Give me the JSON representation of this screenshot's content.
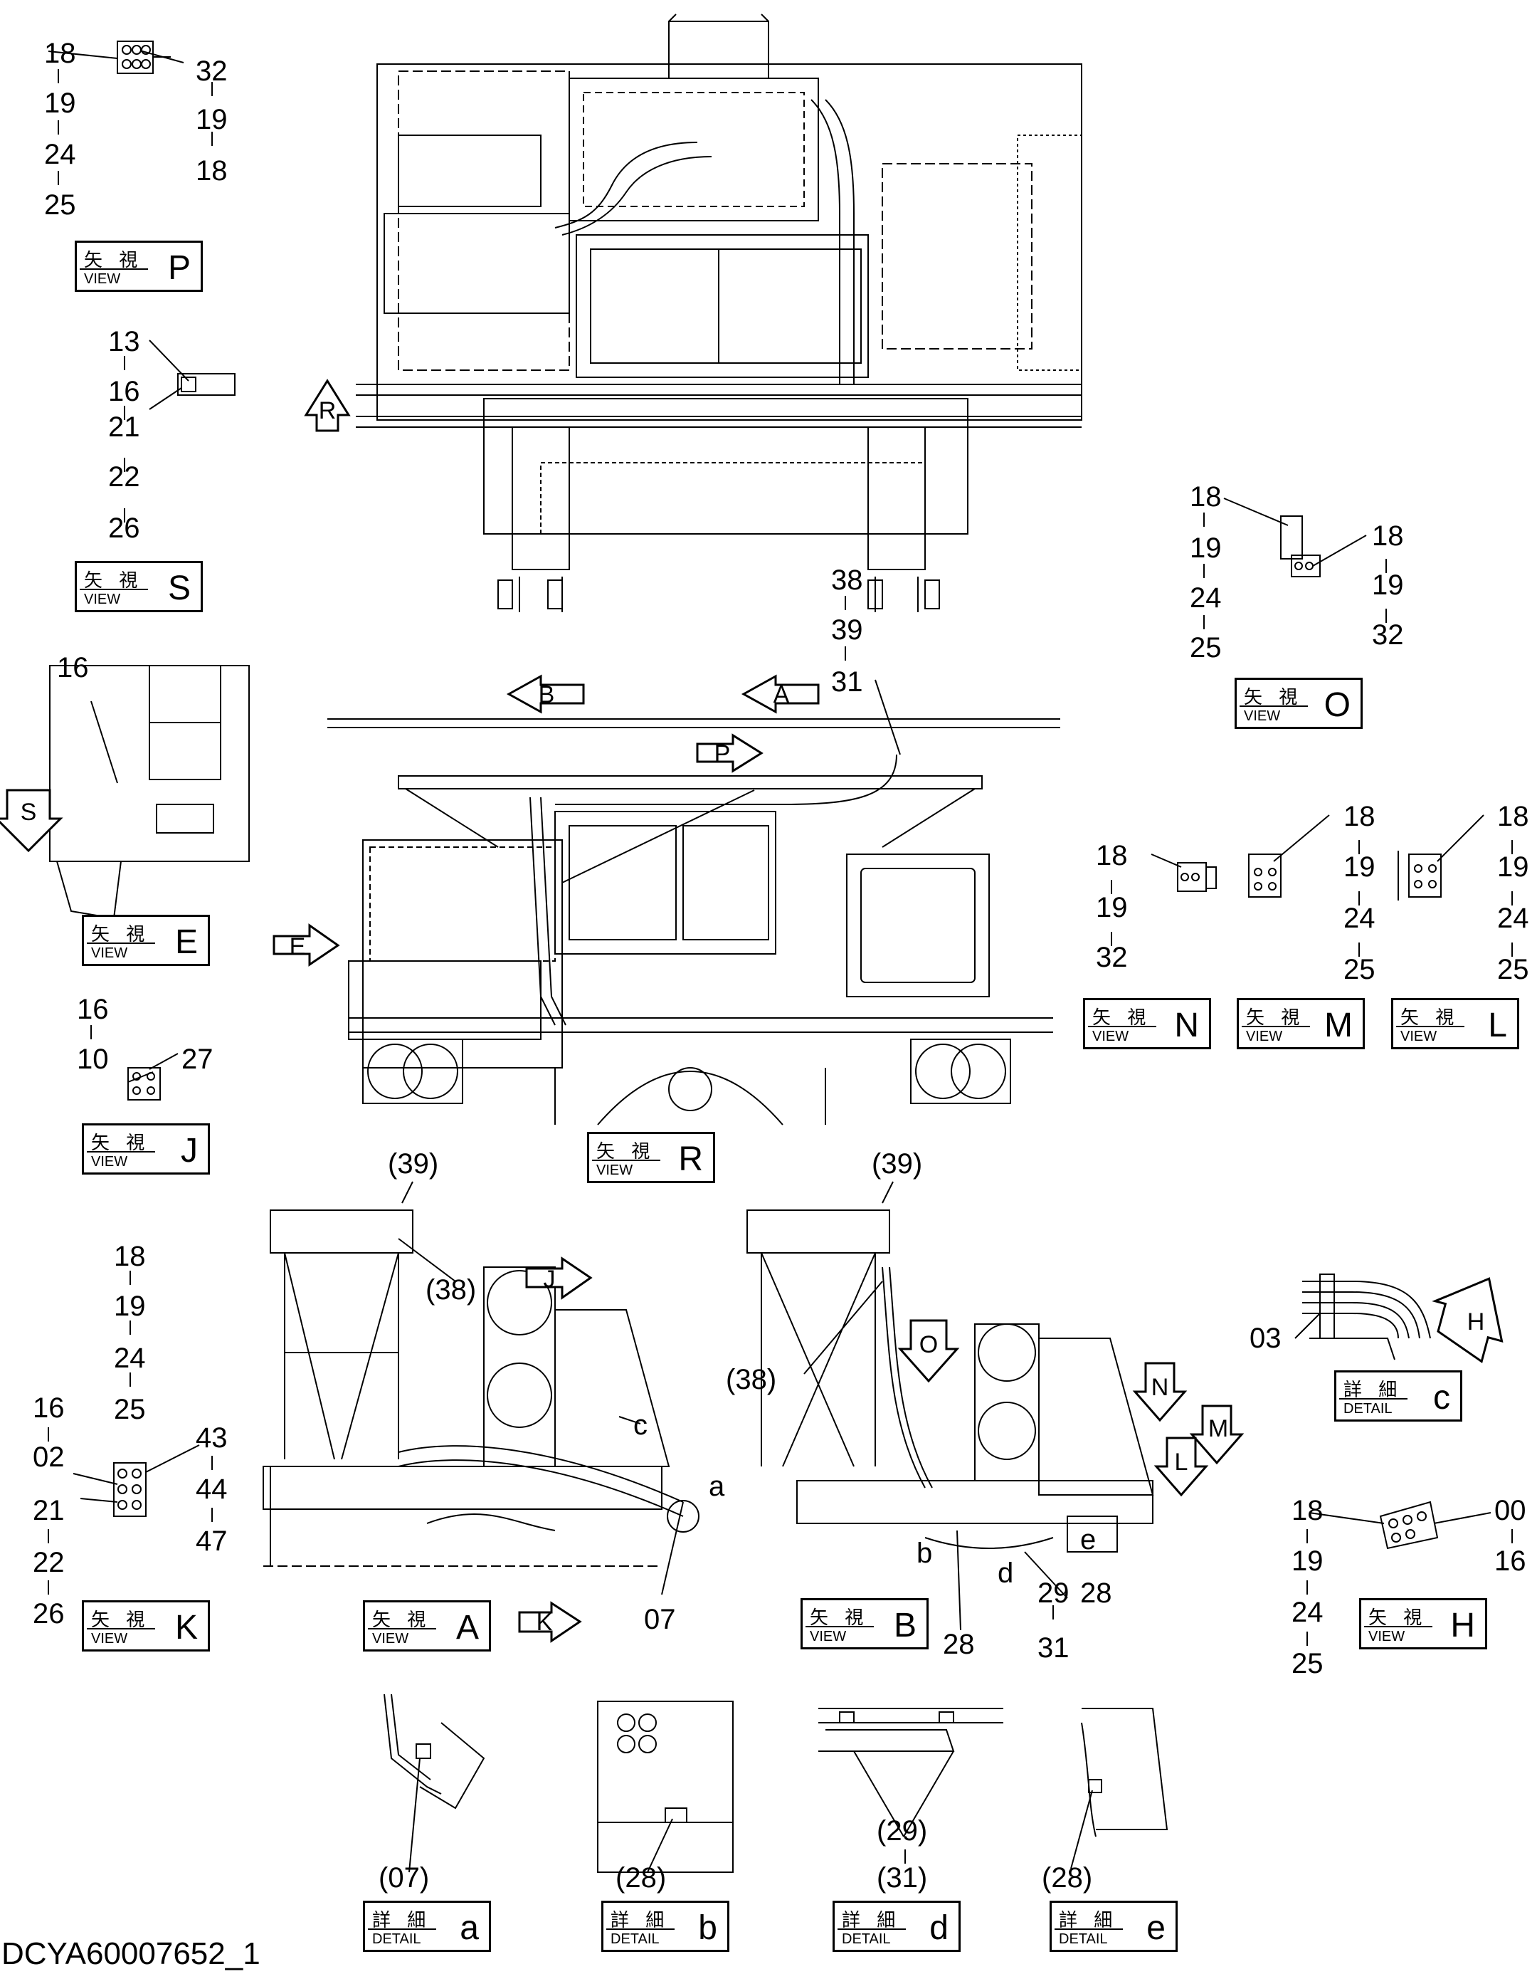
{
  "doc_code": "DCYA60007652_1",
  "views": [
    {
      "id": "P",
      "jp": "矢 視",
      "en": "VIEW",
      "letter": "P"
    },
    {
      "id": "S",
      "jp": "矢 視",
      "en": "VIEW",
      "letter": "S"
    },
    {
      "id": "E",
      "jp": "矢 視",
      "en": "VIEW",
      "letter": "E"
    },
    {
      "id": "J",
      "jp": "矢 視",
      "en": "VIEW",
      "letter": "J"
    },
    {
      "id": "K",
      "jp": "矢 視",
      "en": "VIEW",
      "letter": "K"
    },
    {
      "id": "A",
      "jp": "矢 視",
      "en": "VIEW",
      "letter": "A"
    },
    {
      "id": "B",
      "jp": "矢 視",
      "en": "VIEW",
      "letter": "B"
    },
    {
      "id": "R",
      "jp": "矢 視",
      "en": "VIEW",
      "letter": "R"
    },
    {
      "id": "O",
      "jp": "矢 視",
      "en": "VIEW",
      "letter": "O"
    },
    {
      "id": "N",
      "jp": "矢 視",
      "en": "VIEW",
      "letter": "N"
    },
    {
      "id": "M",
      "jp": "矢 視",
      "en": "VIEW",
      "letter": "M"
    },
    {
      "id": "L",
      "jp": "矢 視",
      "en": "VIEW",
      "letter": "L"
    },
    {
      "id": "H",
      "jp": "矢 視",
      "en": "VIEW",
      "letter": "H"
    }
  ],
  "details": [
    {
      "id": "c",
      "jp": "詳 細",
      "en": "DETAIL",
      "letter": "c"
    },
    {
      "id": "a",
      "jp": "詳 細",
      "en": "DETAIL",
      "letter": "a"
    },
    {
      "id": "b",
      "jp": "詳 細",
      "en": "DETAIL",
      "letter": "b"
    },
    {
      "id": "d",
      "jp": "詳 細",
      "en": "DETAIL",
      "letter": "d"
    },
    {
      "id": "e",
      "jp": "詳 細",
      "en": "DETAIL",
      "letter": "e"
    }
  ],
  "arrows": {
    "R1": "R",
    "S": "S",
    "B": "B",
    "A": "A",
    "P": "P",
    "E": "E",
    "J": "J",
    "K": "K",
    "O": "O",
    "N": "N",
    "M": "M",
    "L": "L",
    "H": "H"
  },
  "callouts": {
    "p_left": [
      "18",
      "19",
      "24",
      "25"
    ],
    "p_right": [
      "32",
      "19",
      "18"
    ],
    "s_list": [
      "13",
      "16",
      "21",
      "22",
      "26"
    ],
    "o_left": [
      "18",
      "19",
      "24",
      "25"
    ],
    "o_right": [
      "18",
      "19",
      "32"
    ],
    "r_top": [
      "38",
      "39",
      "31"
    ],
    "e_top": "16",
    "j_list": [
      "16",
      "10"
    ],
    "j_right": "27",
    "n_list": [
      "18",
      "19",
      "32"
    ],
    "m_list": [
      "18",
      "19",
      "24",
      "25"
    ],
    "l_list": [
      "18",
      "19",
      "24",
      "25"
    ],
    "k_top": [
      "18",
      "19",
      "24",
      "25"
    ],
    "k_left": [
      "16",
      "02",
      "21",
      "22",
      "26"
    ],
    "k_right": [
      "43",
      "44",
      "47"
    ],
    "a_view": [
      "(39)",
      "(38)",
      "c",
      "a",
      "07"
    ],
    "b_view": [
      "(39)",
      "(38)",
      "b",
      "d",
      "e",
      "29",
      "28",
      "28",
      "31"
    ],
    "c_detail": "03",
    "h_left": [
      "18",
      "19",
      "24",
      "25"
    ],
    "h_right": [
      "00",
      "16"
    ],
    "det_a": "(07)",
    "det_b": "(28)",
    "det_d": [
      "(29)",
      "(31)"
    ],
    "det_e": "(28)"
  }
}
